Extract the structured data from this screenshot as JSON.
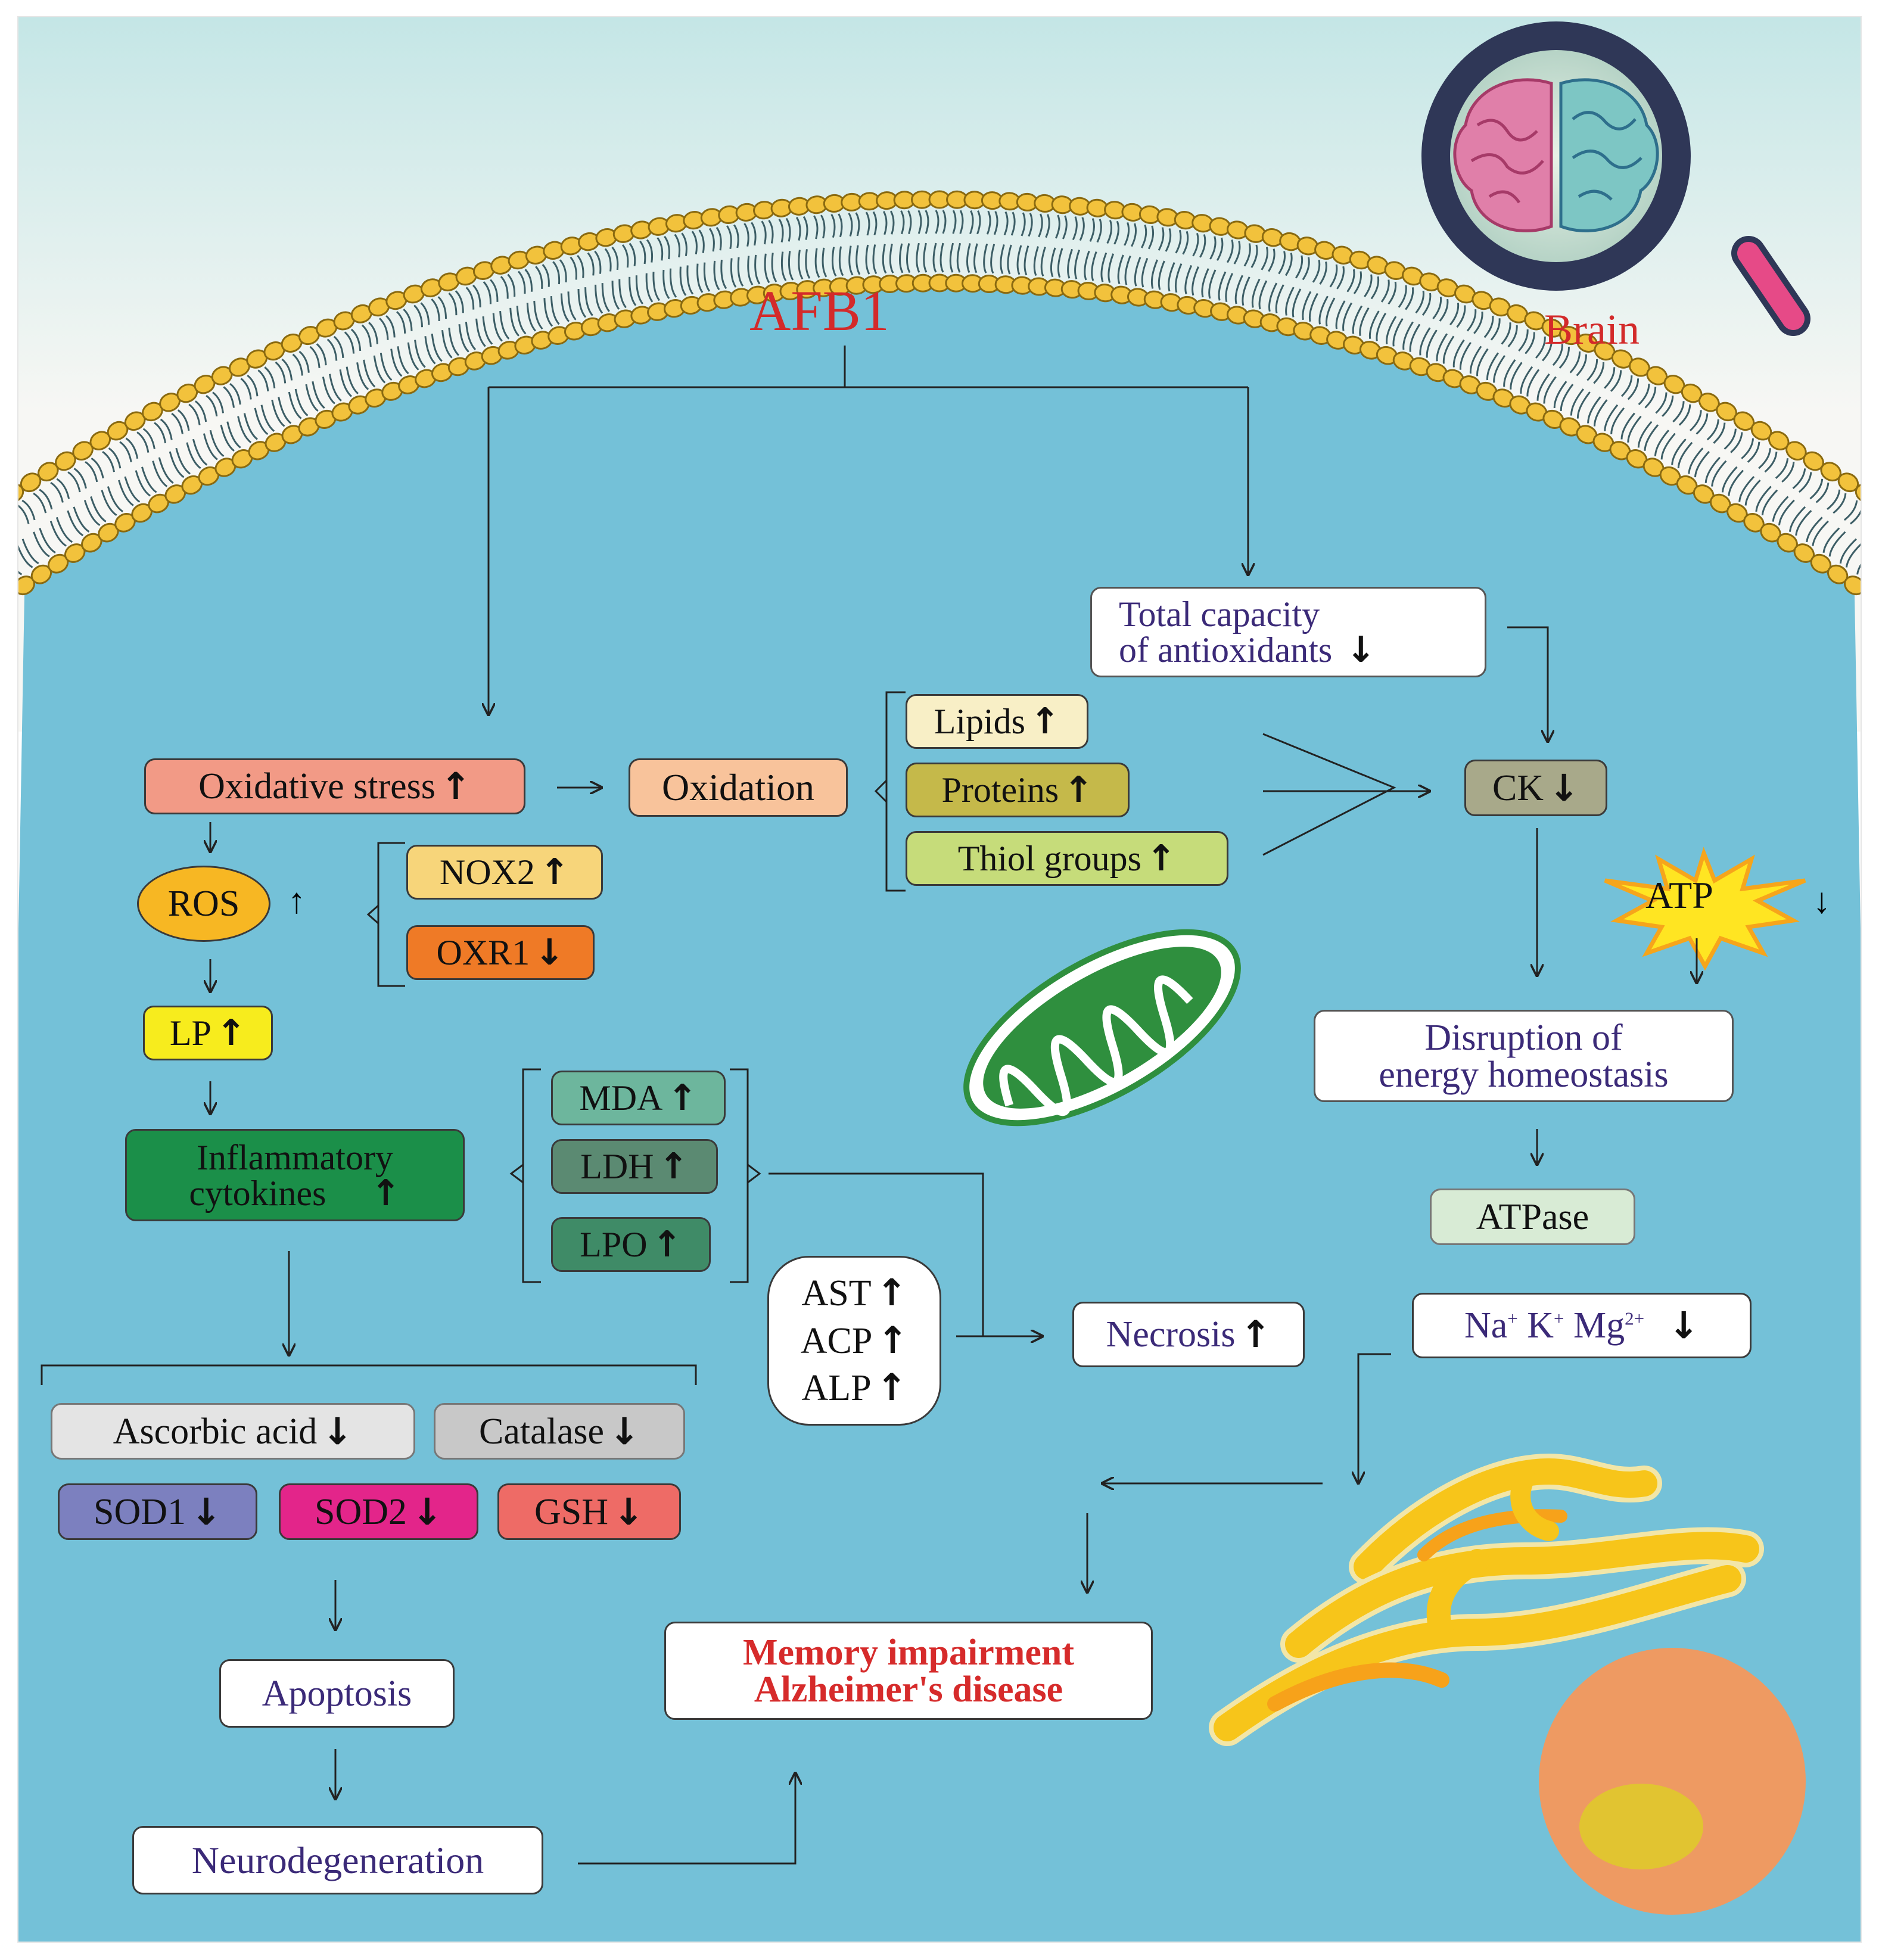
{
  "title": "AFB1",
  "brain_label": "Brain",
  "boxes": {
    "total_capacity": {
      "line1": "Total capacity",
      "line2": "of antioxidants",
      "arrow": "↓"
    },
    "oxidative_stress": {
      "text": "Oxidative stress",
      "arrow": "↑"
    },
    "oxidation": {
      "text": "Oxidation"
    },
    "lipids": {
      "text": "Lipids",
      "arrow": "↑"
    },
    "proteins": {
      "text": "Proteins",
      "arrow": "↑"
    },
    "thiol": {
      "text": "Thiol groups",
      "arrow": "↑"
    },
    "ck": {
      "text": "CK",
      "arrow": "↓"
    },
    "ros": {
      "text": "ROS",
      "arrow": "↑"
    },
    "nox2": {
      "text": "NOX2",
      "arrow": "↑"
    },
    "oxr1": {
      "text": "OXR1",
      "arrow": "↓"
    },
    "atp": {
      "text": "ATP",
      "arrow": "↓"
    },
    "lp": {
      "text": "LP",
      "arrow": "↑"
    },
    "disruption": {
      "line1": "Disruption of",
      "line2": "energy homeostasis"
    },
    "inflammatory": {
      "line1": "Inflammatory",
      "line2": "cytokines",
      "arrow": "↑"
    },
    "mda": {
      "text": "MDA",
      "arrow": "↑"
    },
    "ldh": {
      "text": "LDH",
      "arrow": "↑"
    },
    "lpo": {
      "text": "LPO",
      "arrow": "↑"
    },
    "atpase": {
      "text": "ATPase"
    },
    "liver_enzymes": {
      "ast": "AST",
      "acp": "ACP",
      "alp": "ALP",
      "arrow": "↑"
    },
    "necrosis": {
      "text": "Necrosis",
      "arrow": "↑"
    },
    "ions": {
      "na": "Na",
      "k": "K",
      "mg": "Mg",
      "na_sup": "+",
      "k_sup": "+",
      "mg_sup": "2+",
      "arrow": "↓"
    },
    "ascorbic": {
      "text": "Ascorbic acid",
      "arrow": "↓"
    },
    "catalase": {
      "text": "Catalase",
      "arrow": "↓"
    },
    "sod1": {
      "text": "SOD1",
      "arrow": "↓"
    },
    "sod2": {
      "text": "SOD2",
      "arrow": "↓"
    },
    "gsh": {
      "text": "GSH",
      "arrow": "↓"
    },
    "apoptosis": {
      "text": "Apoptosis"
    },
    "memory": {
      "line1": "Memory impairment",
      "line2": "Alzheimer's disease"
    },
    "neurodegeneration": {
      "text": "Neurodegeneration"
    }
  },
  "colors": {
    "sky_top": "#c4e6e6",
    "sky_bottom": "#f7f7f4",
    "cell": "#74c1d8",
    "membrane_head": "#f2c23c",
    "afb1_red": "#d32a2a",
    "memory_red": "#d62b2b",
    "mito_green": "#2f8f3e",
    "nucleus": "#ee9a62",
    "golgi": "#f7c51a"
  }
}
